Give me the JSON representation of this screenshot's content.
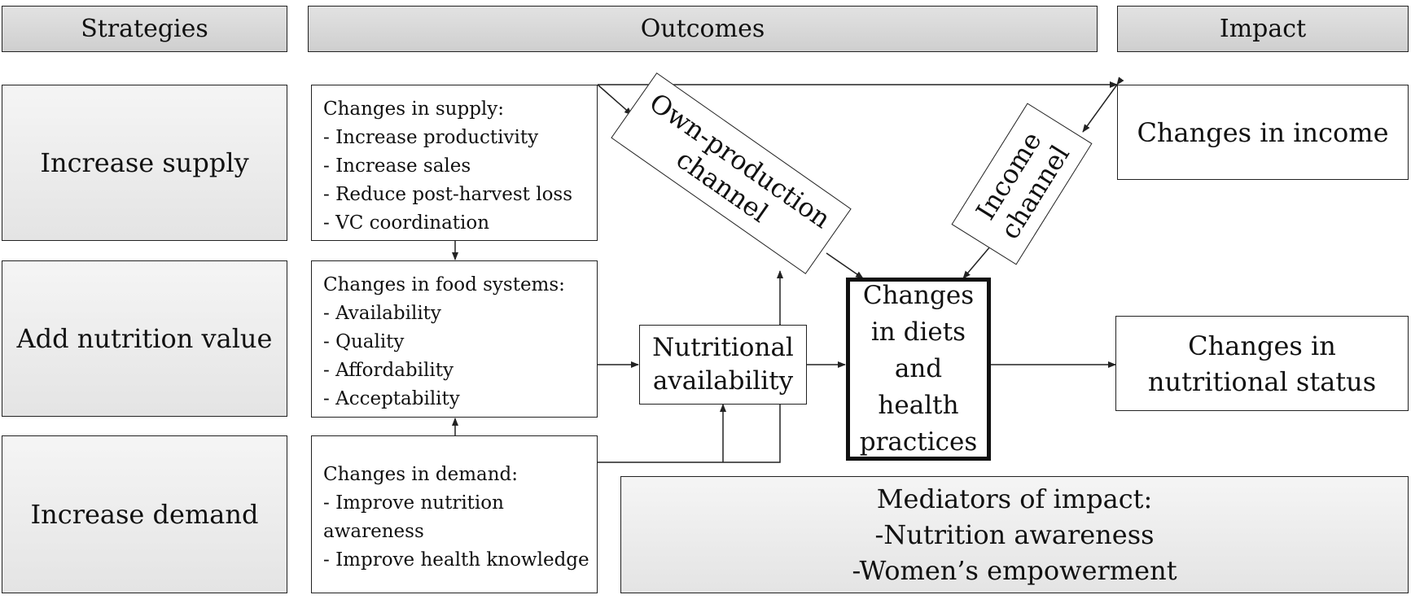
{
  "headers": {
    "strategies": "Strategies",
    "outcomes": "Outcomes",
    "impact": "Impact"
  },
  "strategies": {
    "supply": "Increase supply",
    "nutrition": "Add nutrition value",
    "demand": "Increase demand"
  },
  "supply_box": {
    "title": "Changes in supply:",
    "items": [
      "- Increase productivity",
      "- Increase sales",
      "- Reduce post-harvest loss",
      "- VC coordination"
    ]
  },
  "food_box": {
    "title": "Changes in food systems:",
    "items": [
      "- Availability",
      "- Quality",
      "- Affordability",
      "- Acceptability"
    ]
  },
  "demand_box": {
    "title": "Changes in demand:",
    "items": [
      "- Improve nutrition",
      "awareness",
      "- Improve health knowledge"
    ]
  },
  "own_production": {
    "line1": "Own-production",
    "line2": "channel"
  },
  "income_channel": {
    "line1": "Income",
    "line2": "channel"
  },
  "nutritional_availability": {
    "line1": "Nutritional",
    "line2": "availability"
  },
  "diets": {
    "lines": [
      "Changes",
      "in diets",
      "and",
      "health",
      "practices"
    ]
  },
  "income_impact": "Changes in income",
  "nutritional_status": {
    "line1": "Changes in",
    "line2": "nutritional status"
  },
  "mediators": {
    "title": "Mediators of impact:",
    "items": [
      "-Nutrition awareness",
      "-Women’s empowerment"
    ]
  }
}
